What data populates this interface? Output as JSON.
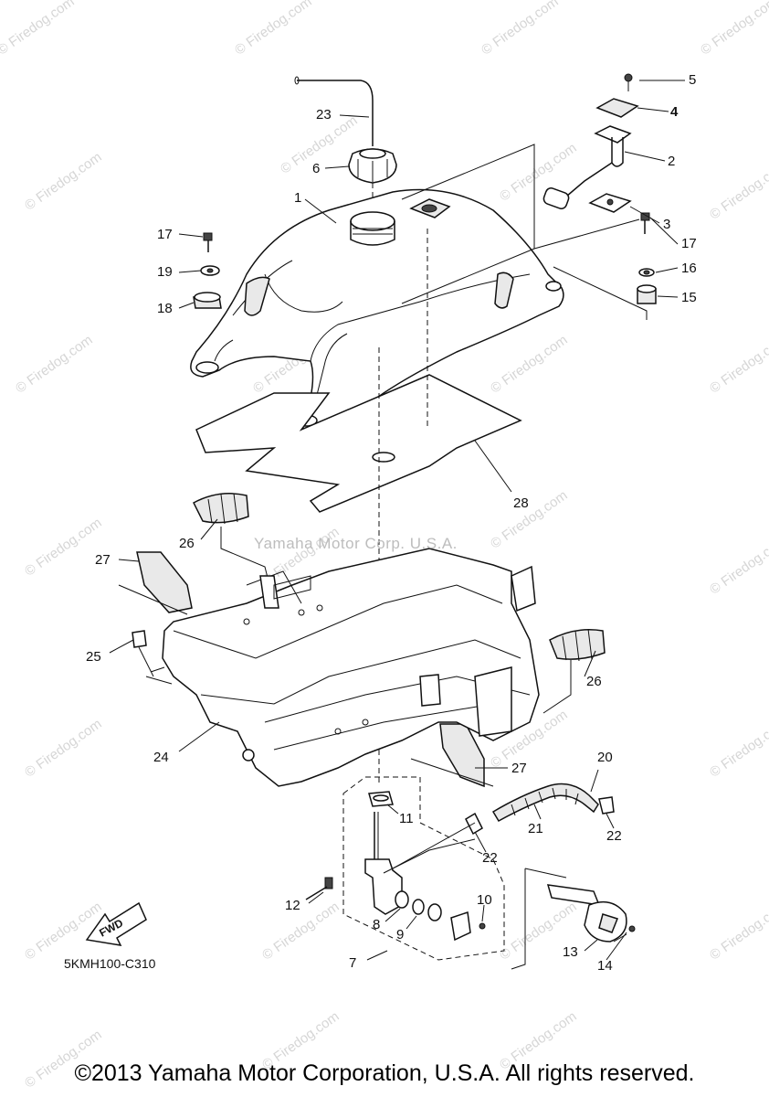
{
  "watermark": {
    "site": "© Firedog.com",
    "corp": "Yamaha Motor Corp. U.S.A."
  },
  "callouts": [
    {
      "id": "1",
      "label": "1"
    },
    {
      "id": "2",
      "label": "2"
    },
    {
      "id": "3",
      "label": "3"
    },
    {
      "id": "4",
      "label": "4"
    },
    {
      "id": "5",
      "label": "5"
    },
    {
      "id": "6",
      "label": "6"
    },
    {
      "id": "7",
      "label": "7"
    },
    {
      "id": "8",
      "label": "8"
    },
    {
      "id": "9",
      "label": "9"
    },
    {
      "id": "10",
      "label": "10"
    },
    {
      "id": "11",
      "label": "11"
    },
    {
      "id": "12",
      "label": "12"
    },
    {
      "id": "13",
      "label": "13"
    },
    {
      "id": "14",
      "label": "14"
    },
    {
      "id": "15",
      "label": "15"
    },
    {
      "id": "16",
      "label": "16"
    },
    {
      "id": "17a",
      "label": "17"
    },
    {
      "id": "17b",
      "label": "17"
    },
    {
      "id": "18",
      "label": "18"
    },
    {
      "id": "19",
      "label": "19"
    },
    {
      "id": "20",
      "label": "20"
    },
    {
      "id": "21",
      "label": "21"
    },
    {
      "id": "22a",
      "label": "22"
    },
    {
      "id": "22b",
      "label": "22"
    },
    {
      "id": "23",
      "label": "23"
    },
    {
      "id": "24",
      "label": "24"
    },
    {
      "id": "25",
      "label": "25"
    },
    {
      "id": "26a",
      "label": "26"
    },
    {
      "id": "26b",
      "label": "26"
    },
    {
      "id": "27a",
      "label": "27"
    },
    {
      "id": "27b",
      "label": "27"
    },
    {
      "id": "28",
      "label": "28"
    }
  ],
  "diagram_code": "5KMH100-C310",
  "fwd_label": "FWD",
  "copyright": "©2013 Yamaha Motor Corporation, U.S.A. All rights reserved."
}
